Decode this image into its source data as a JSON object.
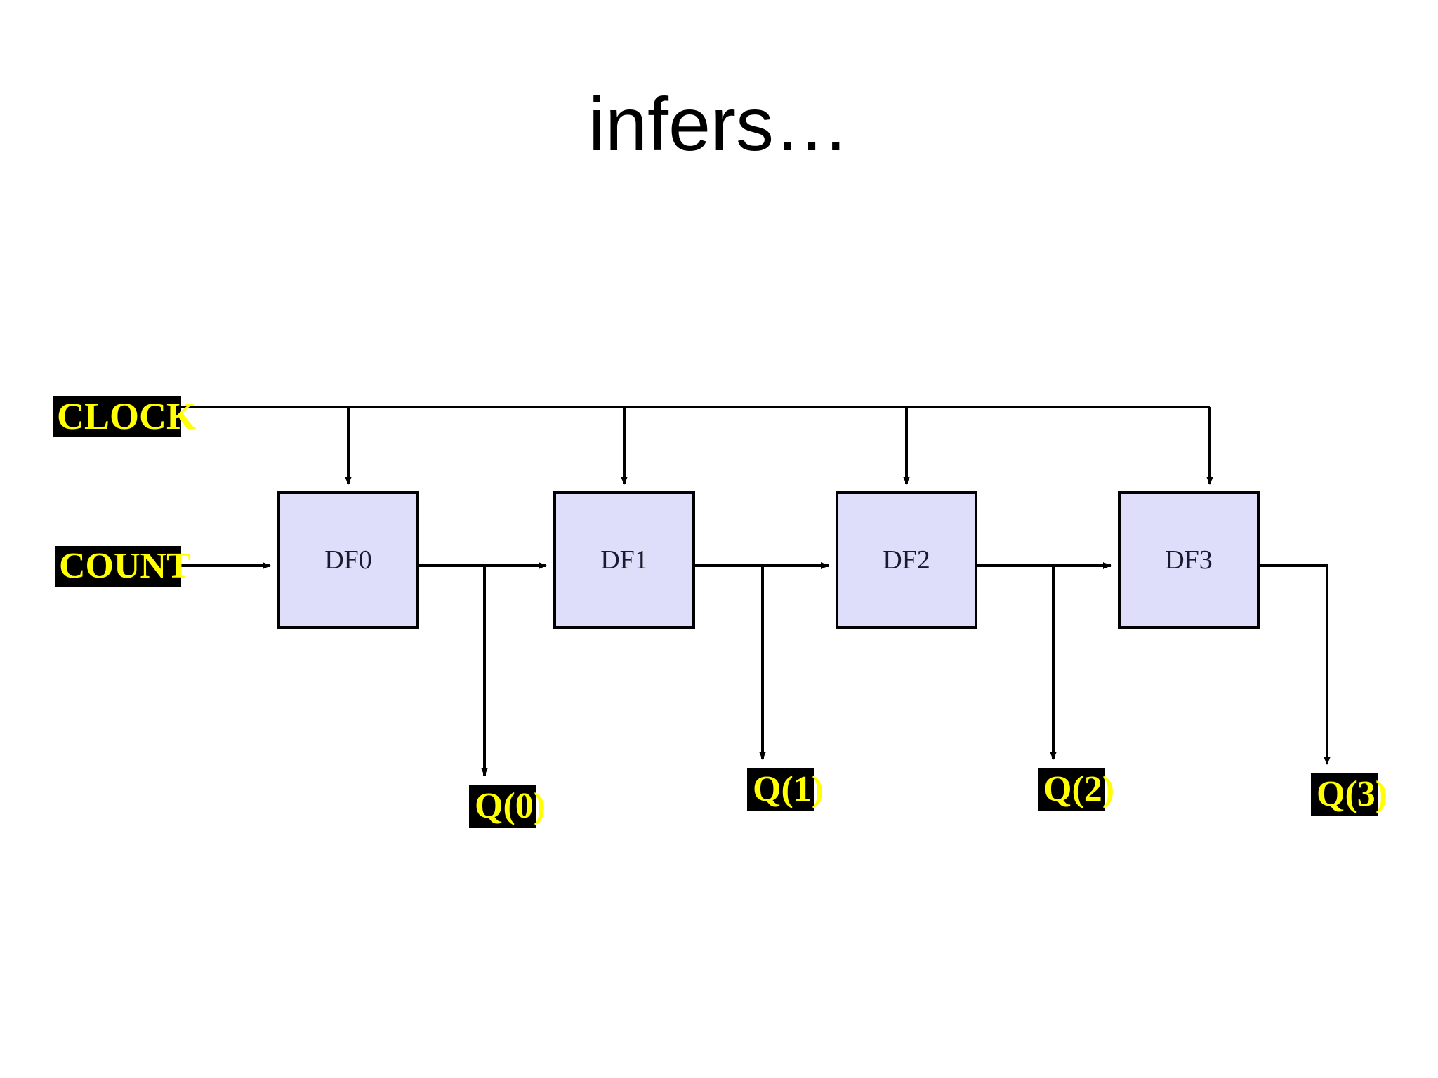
{
  "slide": {
    "title": "infers…",
    "background_color": "#ffffff"
  },
  "theme": {
    "label_background": "#000000",
    "label_text_color": "#ffff00",
    "block_fill": "#dedefa",
    "block_border": "#000000",
    "wire_color": "#000000"
  },
  "diagram": {
    "type": "block-diagram",
    "description": "4-bit shift register / counter chain of D flip-flops",
    "inputs": [
      {
        "id": "clock",
        "label": "CLOCK"
      },
      {
        "id": "count",
        "label": "COUNT"
      }
    ],
    "blocks": [
      {
        "id": "df0",
        "label": "DF0"
      },
      {
        "id": "df1",
        "label": "DF1"
      },
      {
        "id": "df2",
        "label": "DF2"
      },
      {
        "id": "df3",
        "label": "DF3"
      }
    ],
    "outputs": [
      {
        "id": "q0",
        "label": "Q(0)"
      },
      {
        "id": "q1",
        "label": "Q(1)"
      },
      {
        "id": "q2",
        "label": "Q(2)"
      },
      {
        "id": "q3",
        "label": "Q(3)"
      }
    ],
    "connections": [
      {
        "from": "clock",
        "to": "df0",
        "kind": "clock-bus"
      },
      {
        "from": "clock",
        "to": "df1",
        "kind": "clock-bus"
      },
      {
        "from": "clock",
        "to": "df2",
        "kind": "clock-bus"
      },
      {
        "from": "clock",
        "to": "df3",
        "kind": "clock-bus"
      },
      {
        "from": "count",
        "to": "df0",
        "kind": "data"
      },
      {
        "from": "df0",
        "to": "df1",
        "kind": "data"
      },
      {
        "from": "df1",
        "to": "df2",
        "kind": "data"
      },
      {
        "from": "df2",
        "to": "df3",
        "kind": "data"
      },
      {
        "from": "df0",
        "to": "q0",
        "kind": "tap"
      },
      {
        "from": "df1",
        "to": "q1",
        "kind": "tap"
      },
      {
        "from": "df2",
        "to": "q2",
        "kind": "tap"
      },
      {
        "from": "df3",
        "to": "q3",
        "kind": "tap"
      }
    ]
  }
}
